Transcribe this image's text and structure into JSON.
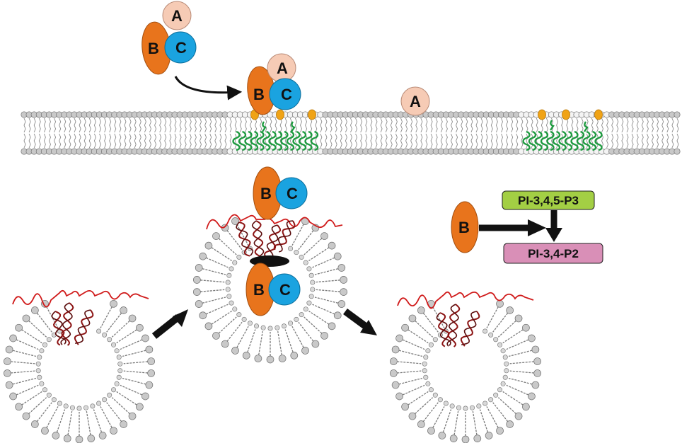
{
  "labels": {
    "subunit_a": "A",
    "subunit_b": "B",
    "subunit_c": "C",
    "pip3": "PI-3,4,5-P3",
    "pip2": "PI-3,4-P2"
  },
  "colors": {
    "subunit_a": "#f6cbb5",
    "subunit_b": "#e8741c",
    "subunit_c": "#1aa3e0",
    "pip3_box": "#a3cf44",
    "pip2_box": "#d98fb7",
    "lipid_head": "#c9c9c9",
    "lipid_head_stroke": "#6e6e6e",
    "raft_head": "#f4f4f4",
    "phosphoinositide": "#f0a316",
    "raft_tail": "#1d9a3f",
    "peptide_helix": "#8c1414",
    "peptide_chain": "#d01a1a",
    "arrow": "#111111"
  },
  "icons": {
    "transfer_arrow": "curved-arrow-icon",
    "flow_arrows": "arrow-right-icon",
    "pore": "pore-icon"
  }
}
